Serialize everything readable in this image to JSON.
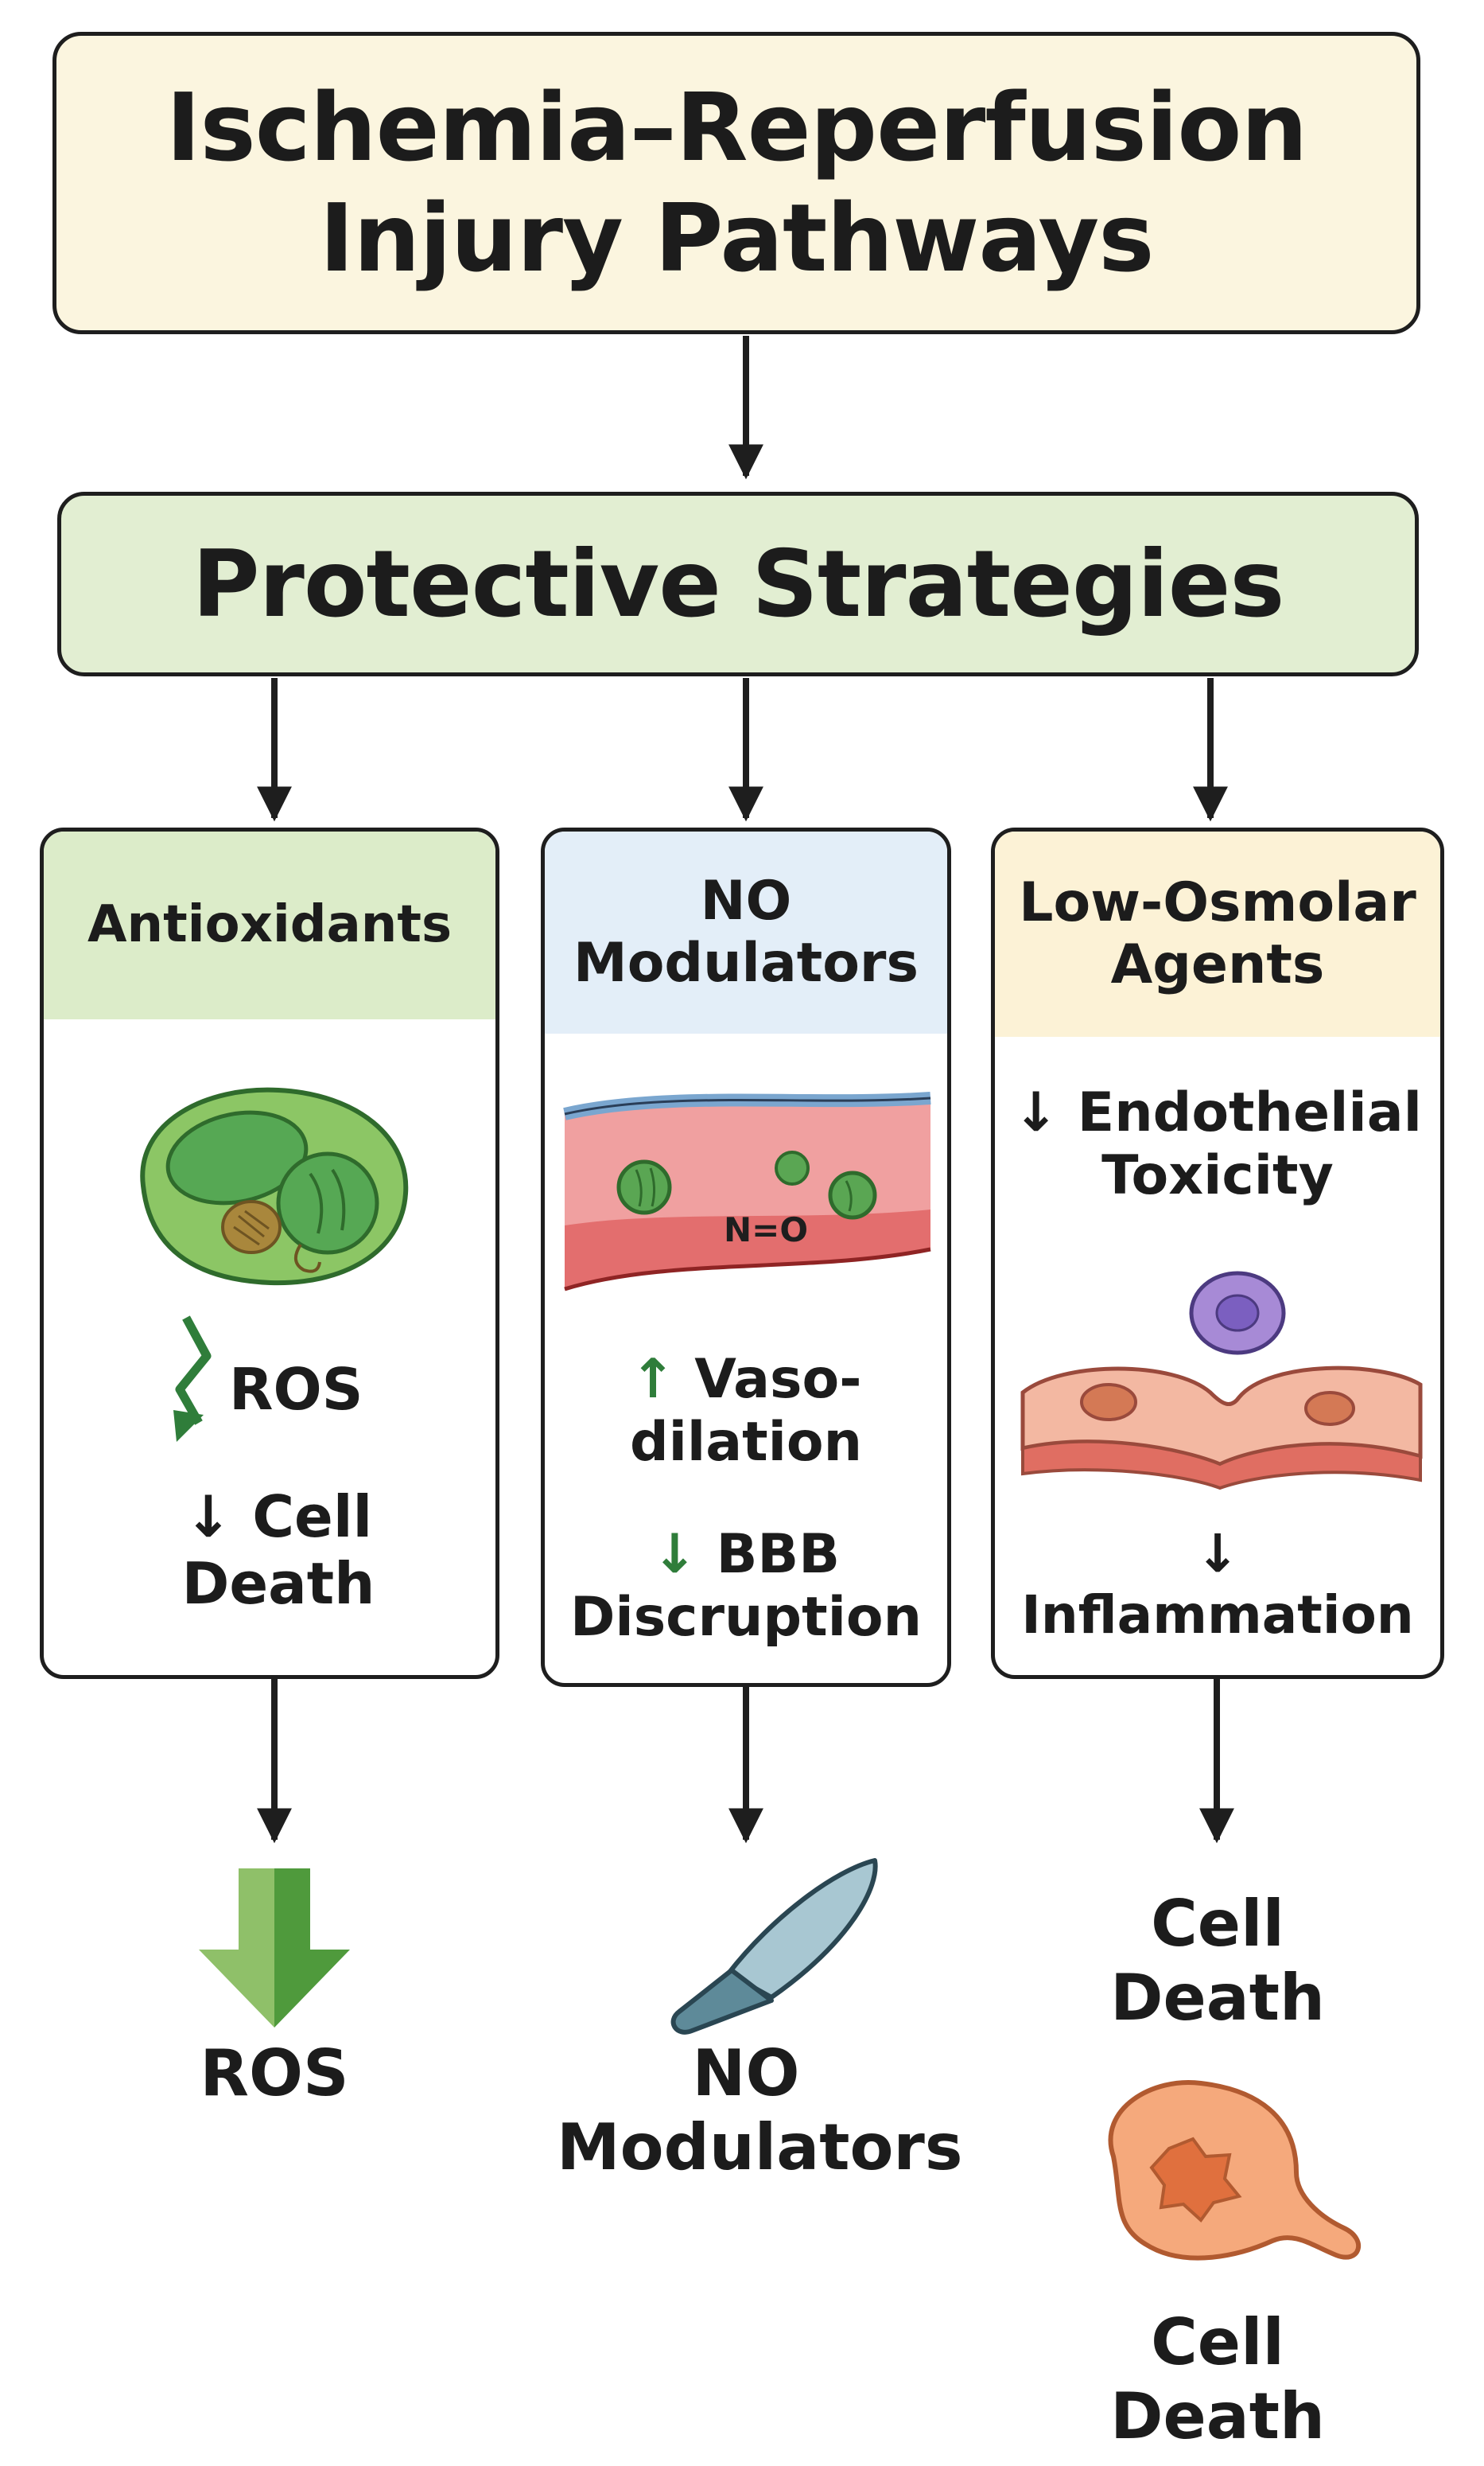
{
  "title": {
    "line1": "Ischemia–Reperfusion",
    "line2": "Injury Pathways"
  },
  "strategies": {
    "label": "Protective Strategies"
  },
  "antioxidants": {
    "header": "Antioxidants",
    "effect1": "ROS",
    "effect2_arrow": "↓",
    "effect2_line1": "Cell",
    "effect2_line2": "Death",
    "outcome": "ROS"
  },
  "no_modulators": {
    "header_line1": "NO",
    "header_line2": "Modulators",
    "molecule_label": "N=O",
    "effect1_arrow": "↑",
    "effect1_line1": "Vaso-",
    "effect1_line2": "dilation",
    "effect2_arrow": "↓",
    "effect2_line1": "BBB",
    "effect2_line2": "Discruption",
    "outcome_line1": "NO",
    "outcome_line2": "Modulators"
  },
  "low_osmolar": {
    "header_line1": "Low-Osmolar",
    "header_line2": "Agents",
    "effect1_arrow": "↓",
    "effect1_line1": "Endothelial",
    "effect1_line2": "Toxicity",
    "effect2_arrow": "↓",
    "effect2_text": "Inflammation",
    "outcome_line1": "Cell",
    "outcome_line2": "Death",
    "outcome2_line1": "Cell",
    "outcome2_line2": "Death"
  },
  "colors": {
    "title_bg": "#fbf5df",
    "strategy_bg": "#e2eed2",
    "green_header": "#dcecc9",
    "blue_header": "#e3eef8",
    "yellow_header": "#fcf2d6",
    "arrow_green": "#2f7d3a",
    "outline": "#1e1e1e"
  }
}
